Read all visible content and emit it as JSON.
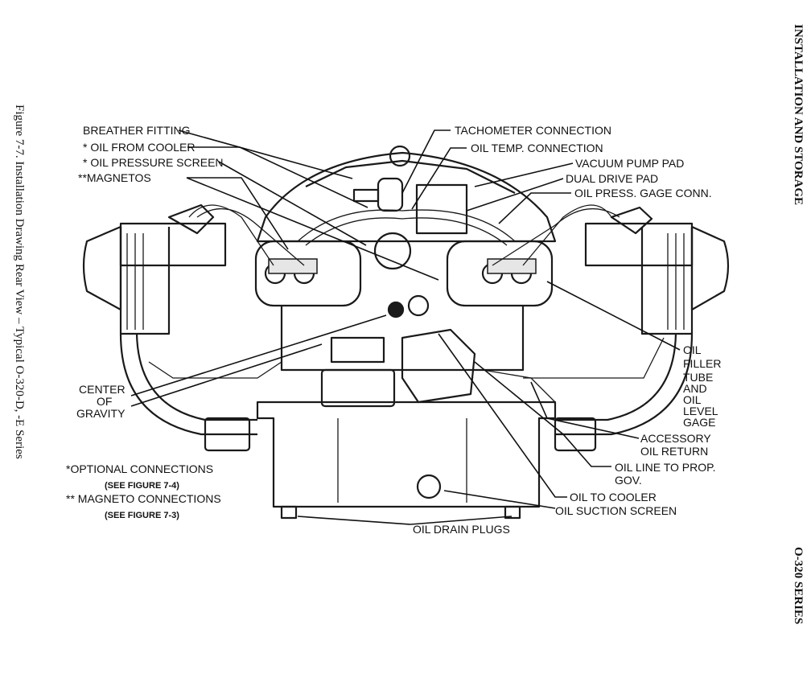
{
  "header": {
    "section_title": "INSTALLATION AND STORAGE",
    "series_title": "O-320 SERIES"
  },
  "figure": {
    "caption": "Figure 7-7. Installation Drawing Rear View – Typical O-320-D, -E Series"
  },
  "labels": {
    "breather_fitting": "BREATHER FITTING",
    "oil_from_cooler": "* OIL FROM COOLER",
    "oil_pressure_screen": "* OIL PRESSURE SCREEN",
    "magnetos": "**MAGNETOS",
    "tachometer_connection": "TACHOMETER CONNECTION",
    "oil_temp_connection": "OIL TEMP. CONNECTION",
    "vacuum_pump_pad": "VACUUM PUMP PAD",
    "dual_drive_pad": "DUAL DRIVE PAD",
    "oil_press_gage_conn": "OIL PRESS. GAGE CONN.",
    "oil_filler_1": "OIL",
    "oil_filler_2": "FILLER",
    "oil_filler_3": "TUBE",
    "oil_filler_4": "AND",
    "oil_filler_5": "OIL",
    "oil_filler_6": "LEVEL",
    "oil_filler_7": "GAGE",
    "center_1": "CENTER",
    "center_2": "OF",
    "center_3": "GRAVITY",
    "accessory_1": "ACCESSORY",
    "accessory_2": "OIL RETURN",
    "prop_gov_1": "OIL LINE TO PROP.",
    "prop_gov_2": "GOV.",
    "oil_to_cooler": "OIL TO COOLER",
    "oil_suction_screen": "OIL SUCTION SCREEN",
    "oil_drain_plugs": "OIL DRAIN PLUGS"
  },
  "notes": {
    "optional_connections": "*OPTIONAL CONNECTIONS",
    "see_fig_7_4": "(SEE FIGURE 7-4)",
    "magneto_connections": "** MAGNETO CONNECTIONS",
    "see_fig_7_3": "(SEE FIGURE 7-3)"
  }
}
